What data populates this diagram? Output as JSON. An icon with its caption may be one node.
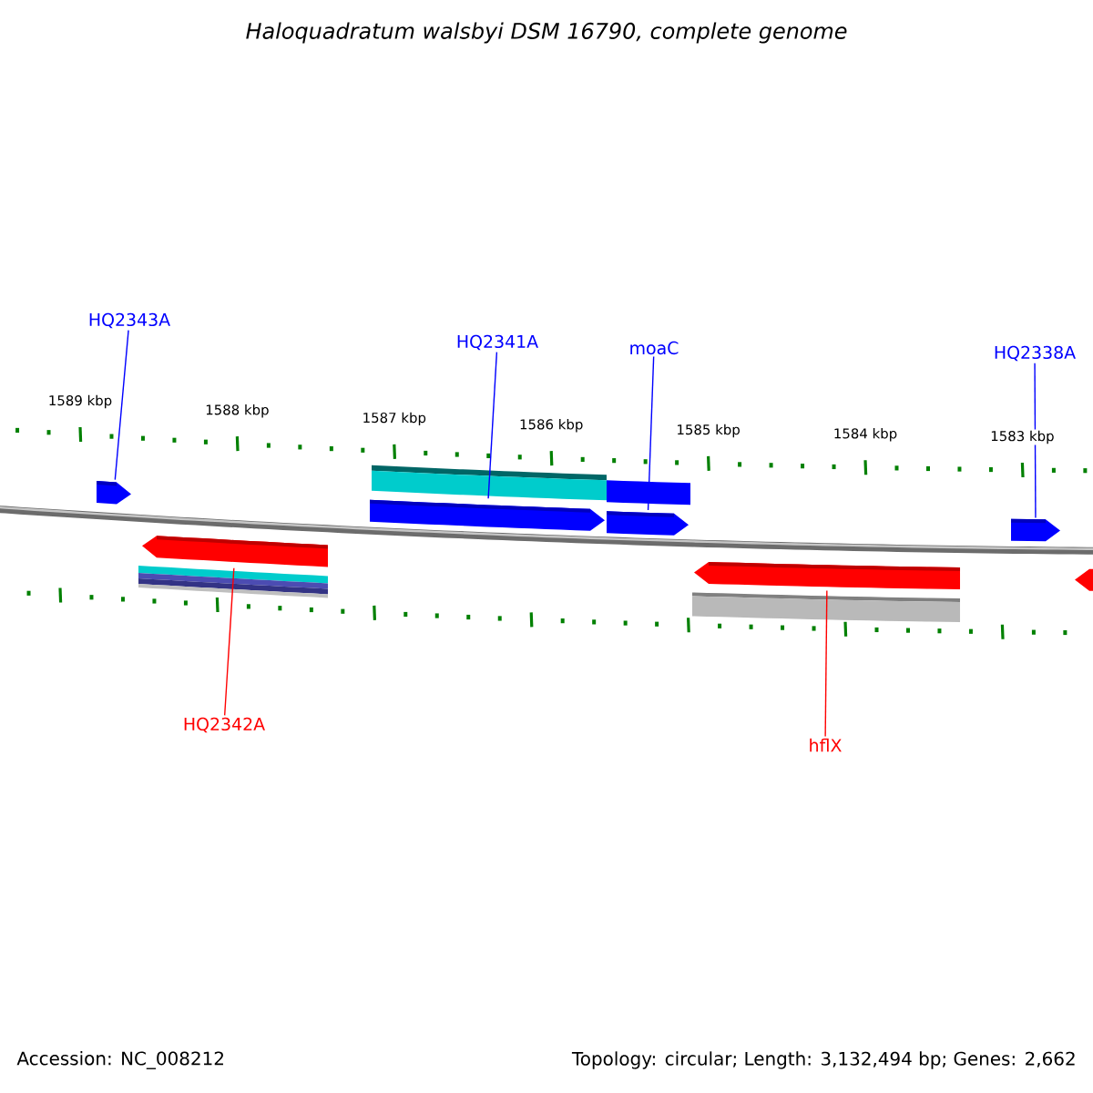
{
  "diagram": {
    "title": "Haloquadratum walsbyi DSM 16790, complete genome",
    "nodes": [
      {
        "text": [
          "HQ2343A"
        ]
      },
      {
        "text": [
          "HQ2341A"
        ]
      },
      {
        "text": [
          "moaC"
        ]
      },
      {
        "text": [
          "HQ2338A"
        ]
      },
      {
        "text": [],
        "shape": "bar"
      },
      {
        "text": [],
        "shape": "bar"
      },
      {
        "text": [],
        "shape": "bar"
      },
      {
        "text": [],
        "shape": "bar"
      },
      {
        "text": [],
        "shape": "bar"
      },
      {
        "text": [],
        "shape": "bar"
      },
      {
        "text": [
          "HQ2342A"
        ]
      },
      {
        "text": [
          "hflX"
        ]
      },
      {
        "text": [],
        "shape": "bar"
      },
      {
        "text": [],
        "shape": "bar"
      },
      {
        "text": [],
        "shape": "bar"
      },
      {
        "text": [],
        "shape": "bar"
      },
      {
        "text": [],
        "shape": "bar"
      }
    ],
    "edges": [
      {
        "from": 0,
        "to": 4,
        "arrow": "none"
      },
      {
        "from": 1,
        "to": 5,
        "arrow": "none"
      },
      {
        "from": 2,
        "to": 6,
        "arrow": "none"
      },
      {
        "from": 3,
        "to": 7,
        "arrow": "none"
      },
      {
        "from": 10,
        "to": 8,
        "arrow": "none",
        "color": "#ff0000"
      },
      {
        "from": 11,
        "to": 9,
        "arrow": "none",
        "color": "#ff0000"
      }
    ],
    "labels": [
      "1589 kbp",
      "1588 kbp",
      "1587 kbp",
      "1586 kbp",
      "1585 kbp",
      "1584 kbp",
      "1583 kbp",
      "Accession: NC_008212",
      "Topology: circular; Length: 3,132,494 bp; Genes: 2,662"
    ]
  }
}
